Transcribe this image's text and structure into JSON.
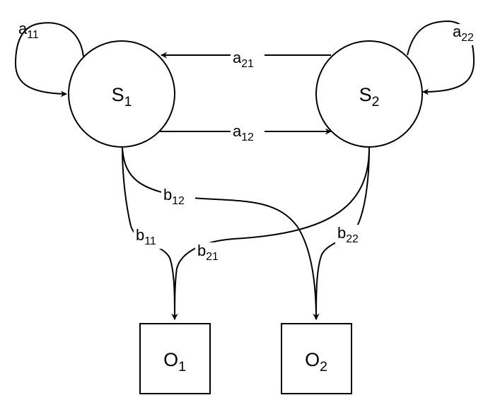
{
  "states": [
    {
      "base": "S",
      "sub": "1"
    },
    {
      "base": "S",
      "sub": "2"
    }
  ],
  "observations": [
    {
      "base": "O",
      "sub": "1"
    },
    {
      "base": "O",
      "sub": "2"
    }
  ],
  "transitions": {
    "a11": {
      "base": "a",
      "sub": "11"
    },
    "a12": {
      "base": "a",
      "sub": "12"
    },
    "a21": {
      "base": "a",
      "sub": "21"
    },
    "a22": {
      "base": "a",
      "sub": "22"
    }
  },
  "emissions": {
    "b11": {
      "base": "b",
      "sub": "11"
    },
    "b12": {
      "base": "b",
      "sub": "12"
    },
    "b21": {
      "base": "b",
      "sub": "21"
    },
    "b22": {
      "base": "b",
      "sub": "22"
    }
  },
  "colors": {
    "stroke": "#000000",
    "background": "#ffffff"
  }
}
